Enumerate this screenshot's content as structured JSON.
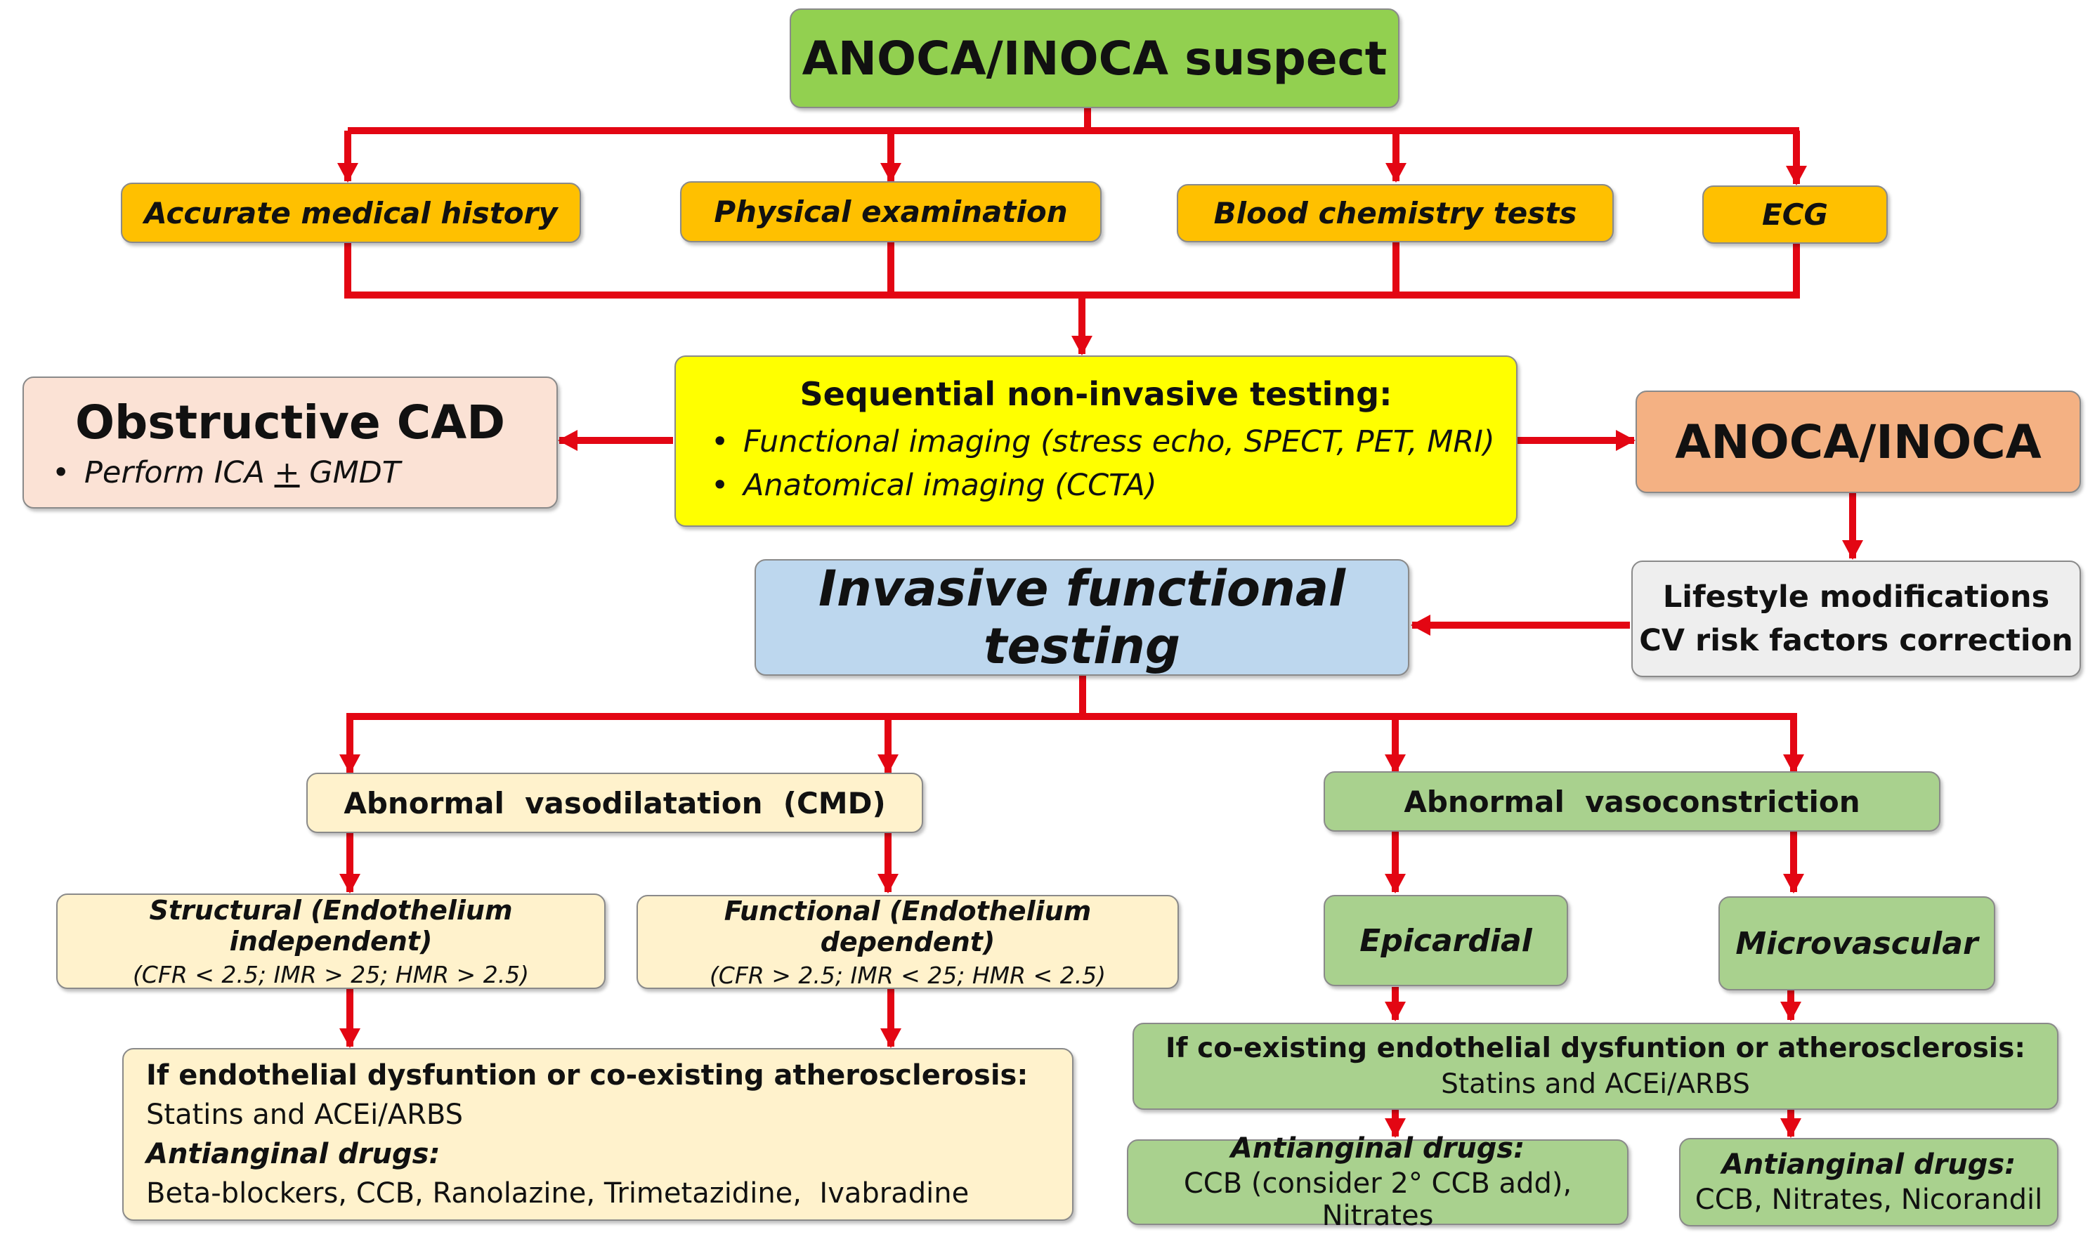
{
  "diagram": {
    "top": {
      "title": "ANOCA/INOCA suspect"
    },
    "initial_steps": [
      "Accurate medical history",
      "Physical examination",
      "Blood chemistry tests",
      "ECG"
    ],
    "noninvasive": {
      "title": "Sequential non-invasive testing:",
      "items": [
        "Functional imaging (stress echo, SPECT, PET, MRI)",
        "Anatomical imaging (CCTA)"
      ]
    },
    "obstructive": {
      "title": "Obstructive CAD",
      "item_prefix": "Perform ICA ",
      "item_pm": "+",
      "item_suffix": " GMDT"
    },
    "anoca": {
      "title": "ANOCA/INOCA"
    },
    "lifestyle": {
      "line1": "Lifestyle modifications",
      "line2": "CV risk factors correction"
    },
    "invasive": {
      "title": "Invasive functional testing"
    },
    "vasodilatation": {
      "title": "Abnormal  vasodilatation  (CMD)",
      "structural": {
        "title": "Structural (Endothelium independent)",
        "criteria": "(CFR < 2.5; IMR > 25; HMR > 2.5)"
      },
      "functional": {
        "title": "Functional (Endothelium dependent)",
        "criteria": "(CFR > 2.5; IMR < 25; HMR < 2.5)"
      },
      "treatment": {
        "heading": "If endothelial dysfuntion or co-existing atherosclerosis:",
        "line1": "Statins and ACEi/ARBS",
        "subheading": "Antianginal drugs:",
        "line2": "Beta-blockers, CCB, Ranolazine, Trimetazidine,  Ivabradine"
      }
    },
    "vasoconstriction": {
      "title": "Abnormal  vasoconstriction",
      "epicardial": "Epicardial",
      "microvascular": "Microvascular",
      "treatment": {
        "heading": "If co-existing endothelial dysfuntion or atherosclerosis:",
        "line1": "Statins and ACEi/ARBS"
      },
      "epicardial_drugs": {
        "heading": "Antianginal drugs:",
        "line": "CCB (consider 2° CCB add), Nitrates"
      },
      "micro_drugs": {
        "heading": "Antianginal drugs:",
        "line": "CCB, Nitrates, Nicorandil"
      }
    }
  },
  "colors": {
    "connector": "#e30613",
    "top_box": "#92d050",
    "step_box": "#ffc000",
    "noninvasive_box": "#ffff00",
    "obstructive_box": "#fbe2d5",
    "anoca_box": "#f4b183",
    "lifestyle_box": "#eeeeee",
    "invasive_box": "#bdd7ee",
    "vasodilatation_boxes": "#fff2cc",
    "vasoconstriction_boxes": "#a9d18e"
  }
}
